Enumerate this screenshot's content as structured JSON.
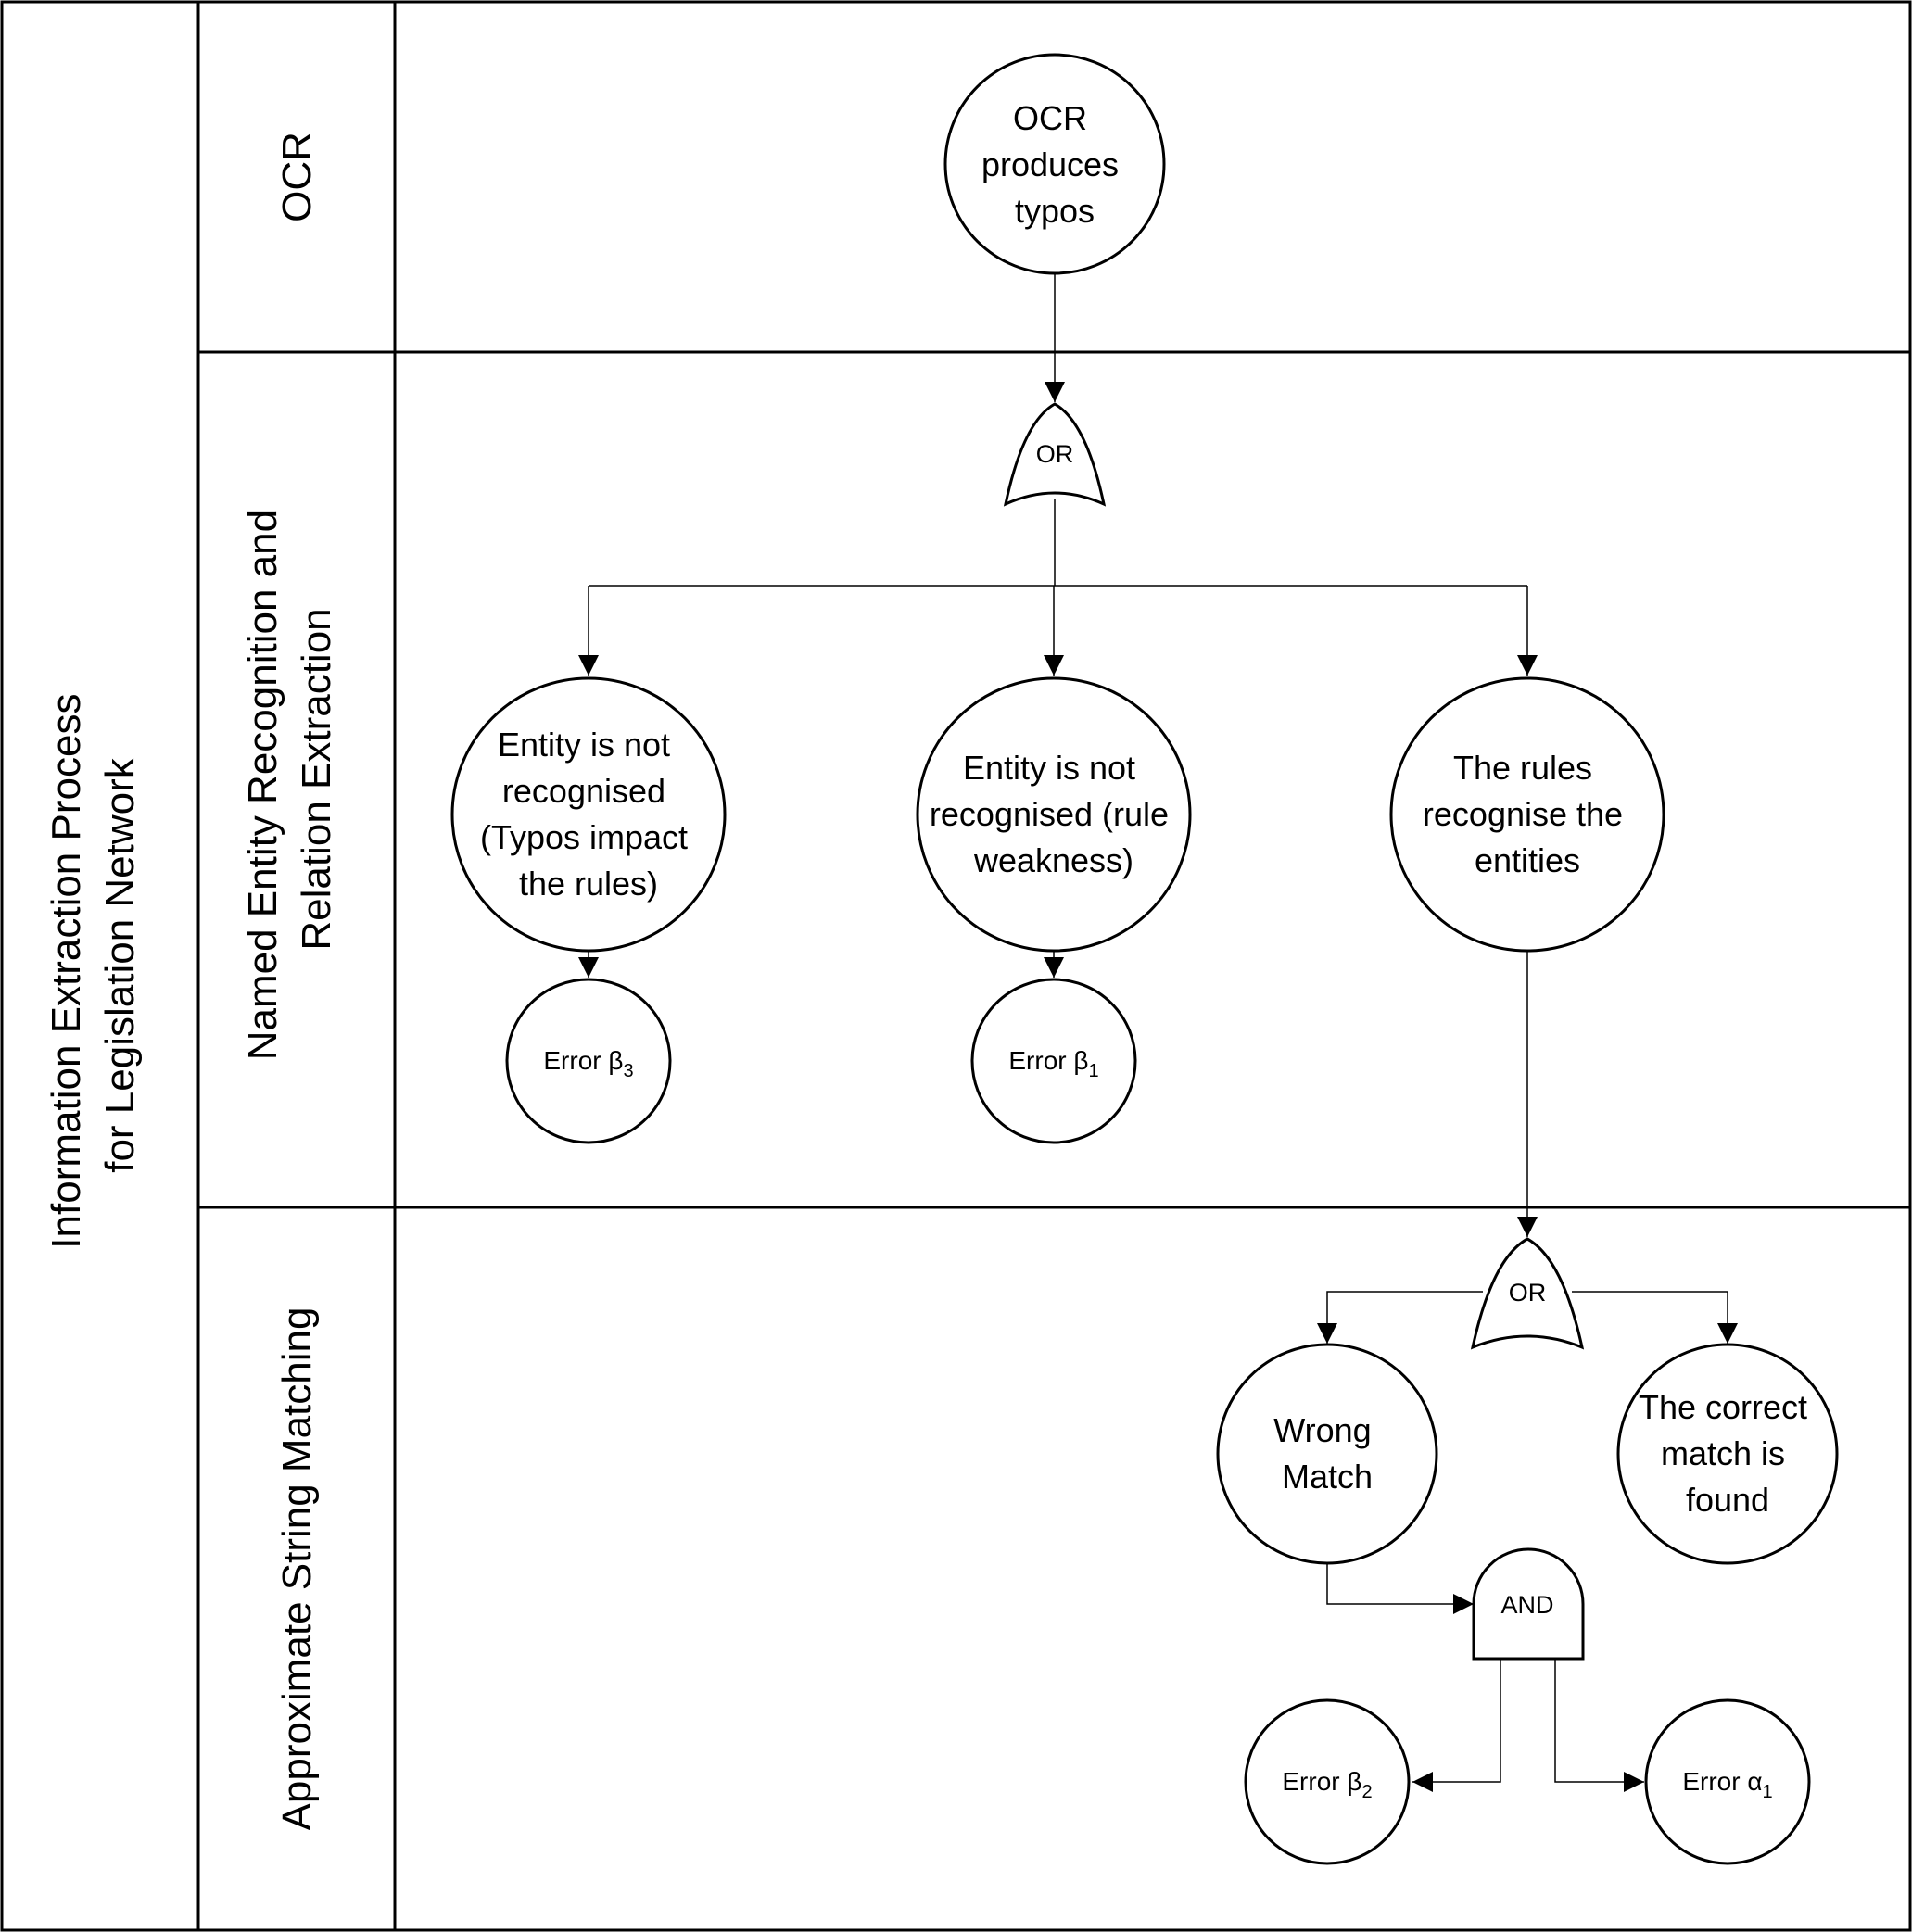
{
  "pool_title": [
    "Information Extraction Process",
    "for Legislation Network"
  ],
  "lanes": {
    "ocr": [
      "OCR"
    ],
    "ner": [
      "Named Entity Recognition and",
      "Relation Extraction"
    ],
    "asm": [
      "Approximate String Matching"
    ]
  },
  "events": {
    "ocr_typos": [
      "OCR",
      "produces",
      "typos"
    ],
    "entity_typos": [
      "Entity is not",
      "recognised",
      "(Typos impact",
      "the rules)"
    ],
    "entity_rule": [
      "Entity is not",
      "recognised (rule",
      "weakness)"
    ],
    "rules_recognise": [
      "The rules",
      "recognise the",
      "entities"
    ],
    "wrong_match": [
      "Wrong",
      "Match"
    ],
    "correct_match": [
      "The correct",
      "match is",
      "found"
    ]
  },
  "errors": {
    "beta3": {
      "text": "Error β",
      "sub": "3"
    },
    "beta1": {
      "text": "Error β",
      "sub": "1"
    },
    "beta2": {
      "text": "Error β",
      "sub": "2"
    },
    "alpha1": {
      "text": "Error α",
      "sub": "1"
    }
  },
  "gates": {
    "or_ner": "OR",
    "or_asm": "OR",
    "and_asm": "AND"
  }
}
